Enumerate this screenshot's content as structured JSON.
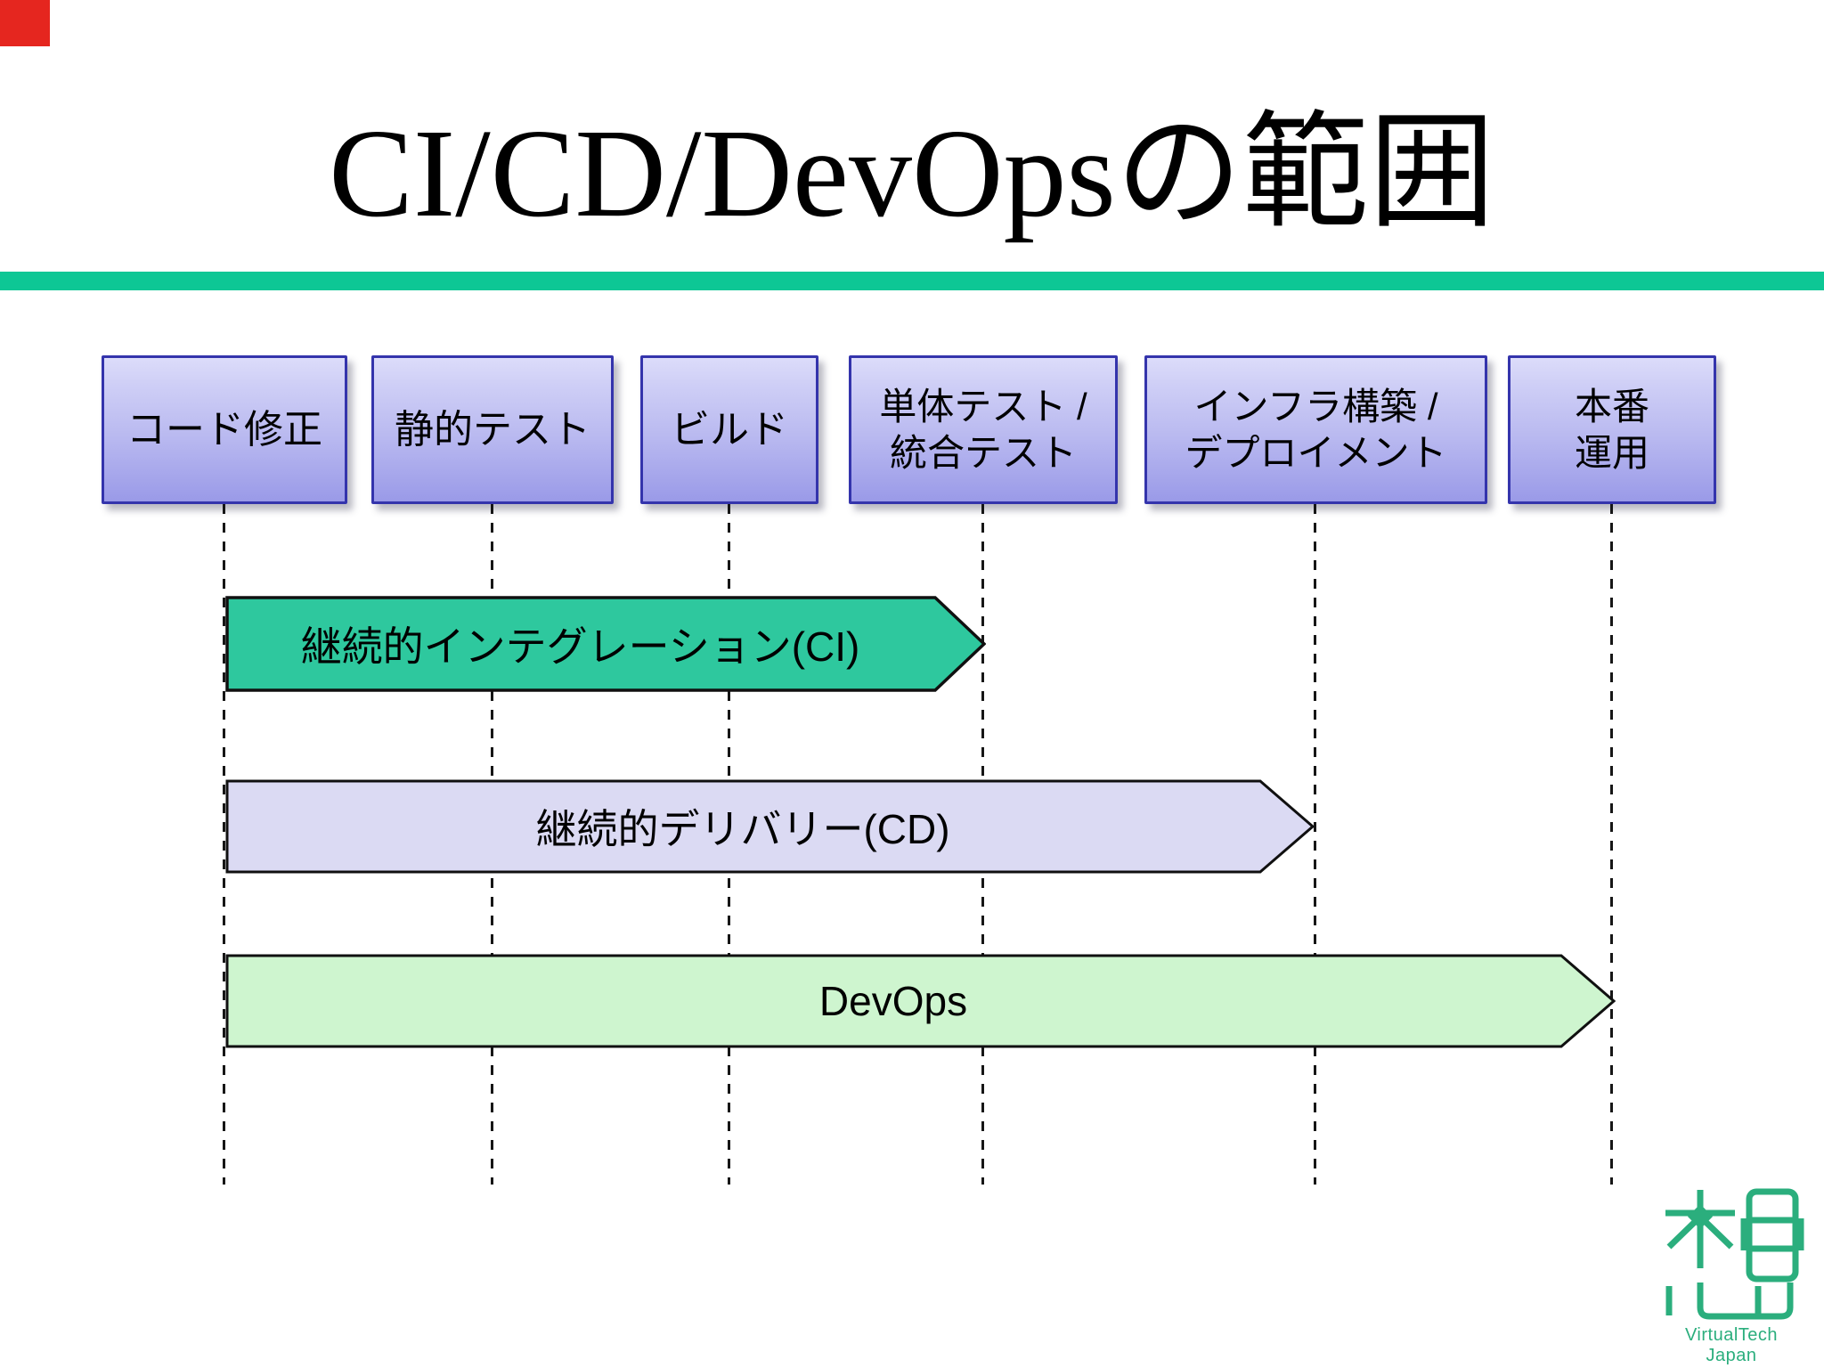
{
  "slide": {
    "title": "CI/CD/DevOpsの範囲",
    "accent_color": "#0dc795",
    "background": "#ffffff"
  },
  "stages": [
    {
      "label": "コード修正"
    },
    {
      "label": "静的テスト"
    },
    {
      "label": "ビルド"
    },
    {
      "label": "単体テスト /\n統合テスト"
    },
    {
      "label": "インフラ構築 /\nデプロイメント"
    },
    {
      "label": "本番\n運用"
    }
  ],
  "spans": [
    {
      "label": "継続的インテグレーション(CI)",
      "from_stage": "コード修正",
      "to_stage": "単体テスト / 統合テスト",
      "fill": "#2ec89e"
    },
    {
      "label": "継続的デリバリー(CD)",
      "from_stage": "コード修正",
      "to_stage": "インフラ構築 / デプロイメント",
      "fill": "#dbdaf3"
    },
    {
      "label": "DevOps",
      "from_stage": "コード修正",
      "to_stage": "本番運用",
      "fill": "#cef5cf"
    }
  ],
  "logo": {
    "text": "VirtualTech Japan",
    "color": "#2bae7d"
  }
}
